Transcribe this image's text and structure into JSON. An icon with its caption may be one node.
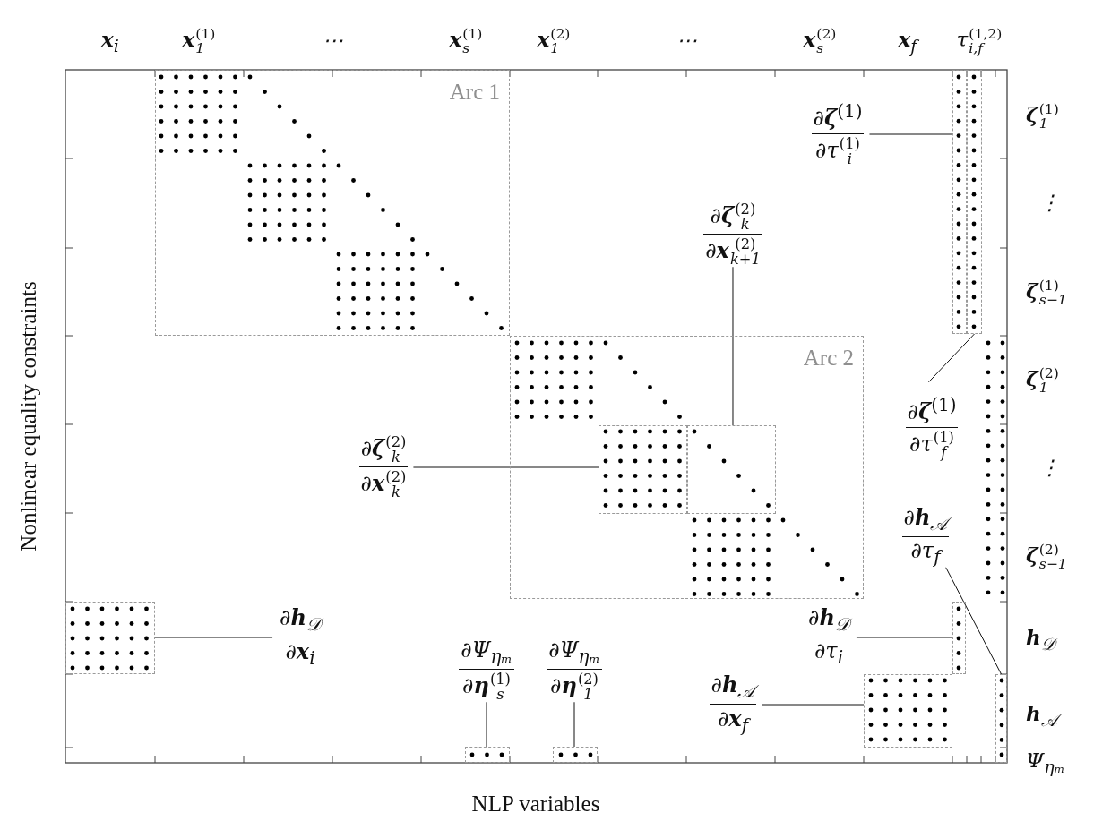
{
  "diagram": {
    "nodes": [
      {
        "text": [
          "Arc 1"
        ]
      },
      {
        "text": [
          "∂**ζ**$^{(1)}$",
          "∂τ$_{i}$$^{(1)}$"
        ]
      },
      {
        "text": [],
        "shape": "box"
      },
      {
        "text": [],
        "shape": "box"
      },
      {
        "text": [
          "∂**ζ**$_{k}$$^{(2)}$",
          "∂**x**$_{k+1}$$^{(2)}$"
        ]
      },
      {
        "text": [
          "Arc 2"
        ]
      },
      {
        "text": [],
        "shape": "box",
        "in": 5
      },
      {
        "text": [],
        "shape": "box",
        "in": 5
      },
      {
        "text": [
          "∂**ζ**$_{k}$$^{(2)}$",
          "∂**x**$_{k}$$^{(2)}$"
        ]
      },
      {
        "text": [
          "∂**ζ**$^{(1)}$",
          "∂τ$_{f}$$^{(1)}$"
        ]
      },
      {
        "text": [
          "∂**h**$_{𝒜}$",
          "∂τ$_{f}$"
        ]
      },
      {
        "text": [],
        "shape": "box"
      },
      {
        "text": [
          "∂**h**$_{𝒟}$",
          "∂**x**$_{i}$"
        ]
      },
      {
        "text": [
          "∂Ψ$_{ηₘ}$",
          "∂**η**$_{s}$$^{(1)}$"
        ]
      },
      {
        "text": [
          "∂Ψ$_{ηₘ}$",
          "∂**η**$_{1}$$^{(2)}$"
        ]
      },
      {
        "text": [
          "∂**h**$_{𝒟}$",
          "∂τ$_{i}$"
        ]
      },
      {
        "text": [],
        "shape": "box"
      },
      {
        "text": [
          "∂**h**$_{𝒜}$",
          "∂**x**$_{f}$"
        ]
      },
      {
        "text": [],
        "shape": "box"
      },
      {
        "text": [],
        "shape": "box"
      },
      {
        "text": [],
        "shape": "box"
      },
      {
        "text": [],
        "shape": "box"
      }
    ],
    "edges": [
      {
        "from": 1,
        "to": 2,
        "arrow": "none"
      },
      {
        "from": 4,
        "to": 7,
        "arrow": "none"
      },
      {
        "from": 8,
        "to": 6,
        "arrow": "none"
      },
      {
        "from": 9,
        "to": 3,
        "arrow": "none"
      },
      {
        "from": 10,
        "to": 19,
        "arrow": "none"
      },
      {
        "from": 12,
        "to": 11,
        "arrow": "none"
      },
      {
        "from": 13,
        "to": 20,
        "arrow": "none"
      },
      {
        "from": 14,
        "to": 21,
        "arrow": "none"
      },
      {
        "from": 15,
        "to": 16,
        "arrow": "none"
      },
      {
        "from": 17,
        "to": 18,
        "arrow": "none"
      }
    ],
    "labels": [
      "**x**$_{i}$",
      "**x**$_{1}$$^{(1)}$",
      "⋯",
      "**x**$_{s}$$^{(1)}$",
      "**x**$_{1}$$^{(2)}$",
      "⋯",
      "**x**$_{s}$$^{(2)}$",
      "**x**$_{f}$",
      "τ$_{i,f}$$^{(1,2)}$",
      "**ζ**$_{1}$$^{(1)}$",
      "⋮",
      "**ζ**$_{s−1}$$^{(1)}$",
      "**ζ**$_{1}$$^{(2)}$",
      "⋮",
      "**ζ**$_{s−1}$$^{(2)}$",
      "**h**$_{𝒟}$",
      "**h**$_{𝒜}$",
      "Ψ$_{ηₘ}$",
      "Nonlinear equality constraints",
      "NLP variables"
    ]
  }
}
